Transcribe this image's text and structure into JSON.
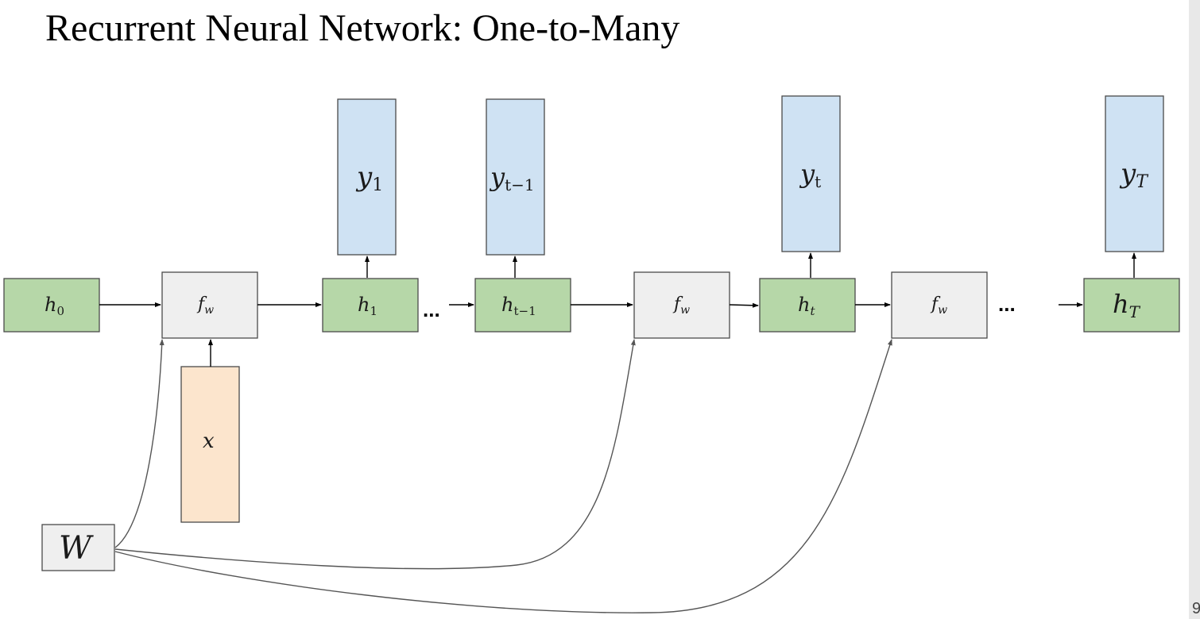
{
  "title": "Recurrent Neural Network: One-to-Many",
  "page_number": "9",
  "nodes": {
    "h0": {
      "main": "h",
      "sub": "0"
    },
    "fw1": {
      "main": "f",
      "sub": "w"
    },
    "h1": {
      "main": "h",
      "sub": "1"
    },
    "ht_minus_1": {
      "main": "h",
      "sub": "t−1"
    },
    "fw2": {
      "main": "f",
      "sub": "w"
    },
    "ht": {
      "main": "h",
      "sub": "t"
    },
    "fw3": {
      "main": "f",
      "sub": "w"
    },
    "hT": {
      "main": "h",
      "sub": "T"
    },
    "y1": {
      "main": "y",
      "sub": "1"
    },
    "yt_minus_1": {
      "main": "y",
      "sub": "t−1"
    },
    "yt": {
      "main": "y",
      "sub": "t"
    },
    "yT": {
      "main": "y",
      "sub": "T"
    },
    "x": {
      "main": "x"
    },
    "W": {
      "main": "W"
    }
  },
  "ellipsis": "...",
  "colors": {
    "hidden_state": "#b6d7a8",
    "function": "#efefef",
    "output": "#cfe2f3",
    "input": "#fce5cd"
  }
}
